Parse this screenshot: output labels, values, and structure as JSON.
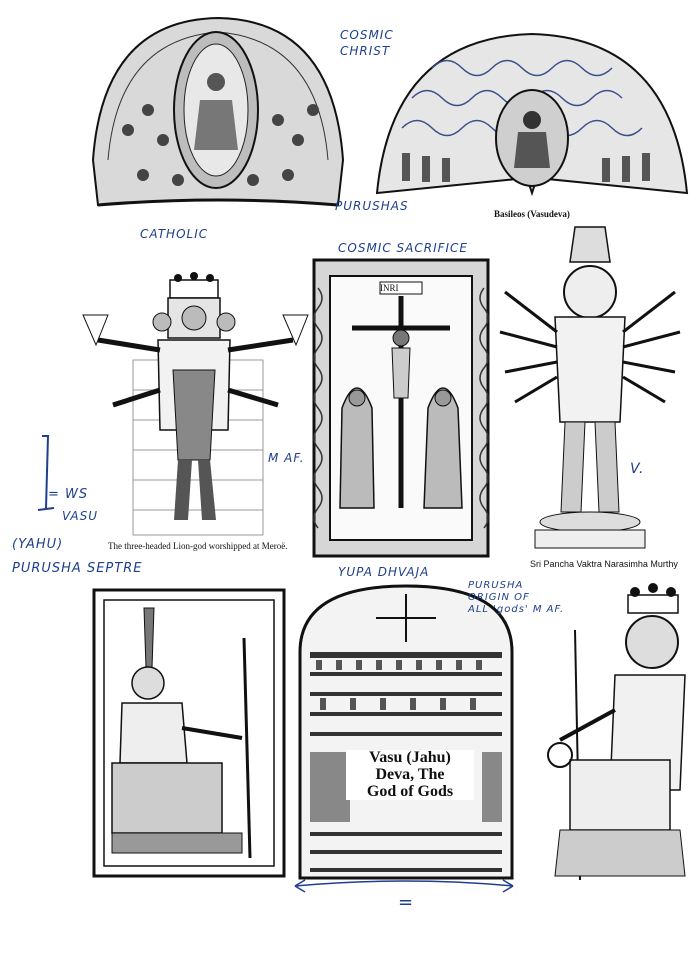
{
  "handwritten": {
    "cosmic_christ": "COSMIC CHRIST",
    "catholic": "CATHOLIC",
    "purushas": "PURUSHAS",
    "cosmic_sacrifice": "COSMIC SACRIFICE",
    "maf_1": "M AF.",
    "v_label": "V.",
    "ws": "= WS",
    "vasu": "VASU",
    "yahu": "(YAHU)",
    "purusha_septre": "PURUSHA SEPTRE",
    "yupa_dhvaja": "YUPA DHVAJA",
    "purusha_origin_1": "PURUSHA",
    "purusha_origin_2": "ORIGIN OF",
    "purusha_origin_3": "ALL 'gods' M AF.",
    "equals": "="
  },
  "captions": {
    "basileos": "Basileos (Vasudeva)",
    "lion_god": "The three-headed Lion-god worshipped at Meroë.",
    "narasimha": "Sri Pancha Vaktra Narasimha Murthy",
    "inri": "INRI"
  },
  "stele": {
    "line1": "Vasu (Jahu)",
    "line2": "Deva, The",
    "line3": "God of Gods"
  },
  "colors": {
    "ink": "#111111",
    "pen": "#1f3f8c",
    "paper": "#ffffff"
  }
}
